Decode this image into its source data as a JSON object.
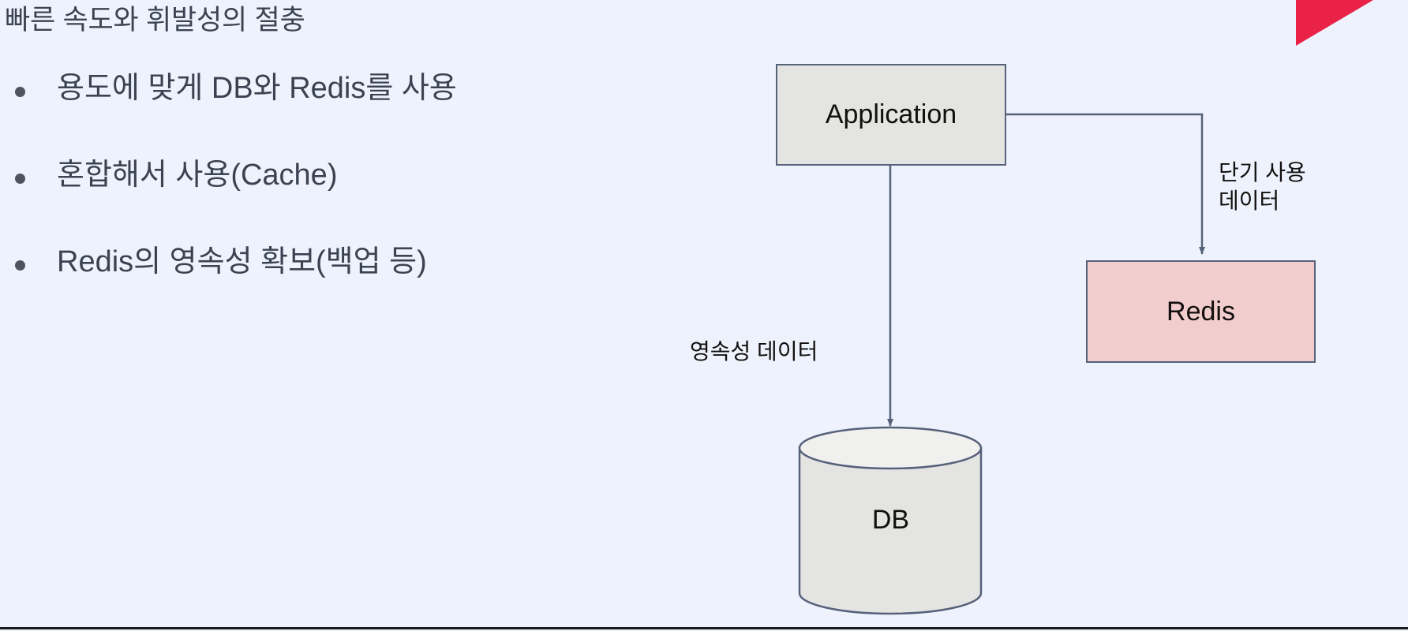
{
  "slide": {
    "title": "빠른 속도와 휘발성의 절충",
    "background_color": "#eef2fc",
    "accent_color": "#ea2247",
    "text_color": "#3b4352",
    "bullets": [
      {
        "text": "용도에 맞게 DB와 Redis를 사용"
      },
      {
        "text": "혼합해서 사용(Cache)"
      },
      {
        "text": "Redis의 영속성 확보(백업 등)"
      }
    ]
  },
  "diagram": {
    "nodes": [
      {
        "id": "application",
        "label": "Application",
        "shape": "rectangle",
        "fill": "#e4e4e3",
        "stroke": "#56617a"
      },
      {
        "id": "redis",
        "label": "Redis",
        "shape": "rectangle",
        "fill": "#f2cdce",
        "stroke": "#56617a"
      },
      {
        "id": "db",
        "label": "DB",
        "shape": "cylinder",
        "fill": "#e4e4e3",
        "stroke": "#56617a"
      }
    ],
    "edges": [
      {
        "from": "application",
        "to": "db",
        "label": "영속성 데이터",
        "arrow": "end"
      },
      {
        "from": "application",
        "to": "redis",
        "label": "단기 사용\n데이터",
        "arrow": "end"
      }
    ]
  }
}
